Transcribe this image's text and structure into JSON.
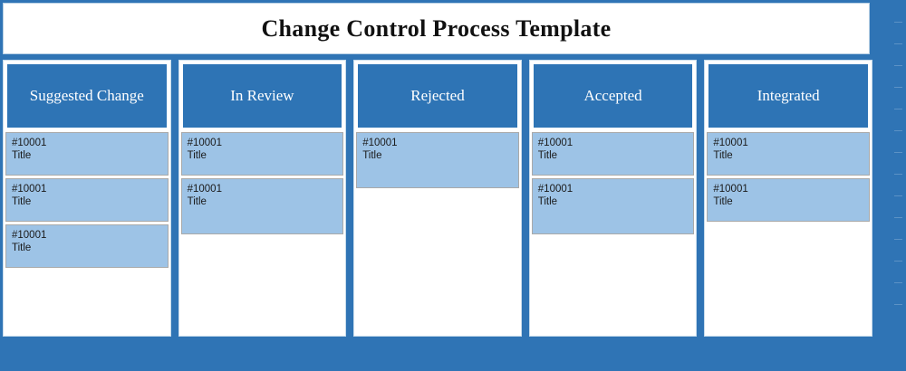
{
  "board": {
    "title": "Change Control Process Template",
    "frame_color": "#2F74B5",
    "header_color": "#2E74B5",
    "card_color": "#9DC3E6",
    "panel_color": "#FFFFFF"
  },
  "columns": [
    {
      "header": "Suggested Change",
      "cards": [
        {
          "id": "#10001",
          "title": "Title"
        },
        {
          "id": "#10001",
          "title": "Title"
        },
        {
          "id": "#10001",
          "title": "Title"
        }
      ]
    },
    {
      "header": "In Review",
      "cards": [
        {
          "id": "#10001",
          "title": "Title"
        },
        {
          "id": "#10001",
          "title": "Title"
        }
      ]
    },
    {
      "header": "Rejected",
      "cards": [
        {
          "id": "#10001",
          "title": "Title"
        }
      ]
    },
    {
      "header": "Accepted",
      "cards": [
        {
          "id": "#10001",
          "title": "Title"
        },
        {
          "id": "#10001",
          "title": "Title"
        }
      ]
    },
    {
      "header": "Integrated",
      "cards": [
        {
          "id": "#10001",
          "title": "Title"
        },
        {
          "id": "#10001",
          "title": "Title"
        }
      ]
    }
  ]
}
